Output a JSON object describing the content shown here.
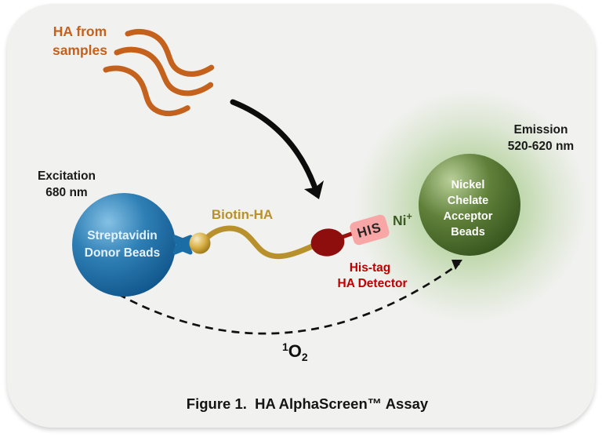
{
  "figure": {
    "sample_label": {
      "line1": "HA from",
      "line2": "samples"
    },
    "excitation": {
      "line1": "Excitation",
      "line2": "680 nm"
    },
    "donor": {
      "line1": "Streptavidin",
      "line2": "Donor Beads"
    },
    "biotin": {
      "label": "Biotin-HA"
    },
    "his_tag": {
      "label": "HIS"
    },
    "nickel_ion": {
      "symbol": "Ni",
      "charge": "+"
    },
    "detector": {
      "line1": "His-tag",
      "line2": "HA Detector"
    },
    "acceptor": {
      "line1": "Nickel",
      "line2": "Chelate",
      "line3": "Acceptor",
      "line4": "Beads"
    },
    "emission": {
      "line1": "Emission",
      "line2": "520-620 nm"
    },
    "singlet_oxygen": {
      "sup": "1",
      "symbol": "O",
      "sub": "2"
    },
    "caption": "Figure 1.  HA AlphaScreen™ Assay",
    "colors": {
      "panel_bg": "#f1f1ef",
      "ha_orange": "#c4611c",
      "donor_blue": "#1b6da6",
      "donor_blue_dark": "#0e5389",
      "biotin_gold": "#b8912c",
      "detector_red": "#8e0e0e",
      "label_red": "#c00000",
      "his_tag_pink": "#f9a6a6",
      "nickel_ion_green": "#3a5a21",
      "acceptor_green_dark": "#32501b",
      "glow_green": "#cfe3bd",
      "text_black": "#1a1a1a"
    }
  }
}
